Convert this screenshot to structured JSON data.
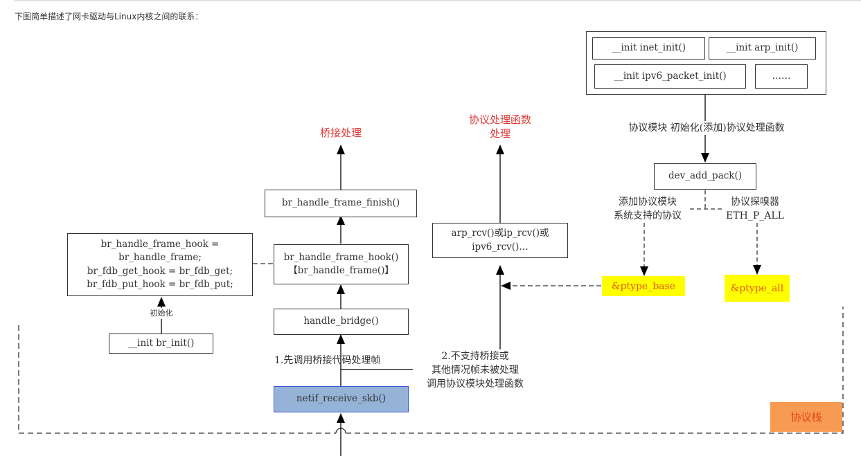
{
  "intro_text": "下图简单描述了网卡驱动与Linux内核之间的联系：",
  "init_group": {
    "items": [
      "__init inet_init()",
      "__init arp_init()",
      "__init ipv6_packet_init()",
      "……"
    ]
  },
  "labels": {
    "protocol_init": "协议模块 初始化(添加)协议处理函数",
    "bridge_processing": "桥接处理",
    "protocol_handler_processing": "协议处理函数\n处理",
    "add_protocol_module": "添加协议模块\n系统支持的协议",
    "protocol_sniffer": "协议探嗅器\nETH_P_ALL",
    "init_small": "初始化",
    "step1": "1.先调用桥接代码处理帧",
    "step2": "2.不支持桥接或\n其他情况帧未被处理\n调用协议模块处理函数"
  },
  "boxes": {
    "dev_add_pack": "dev_add_pack()",
    "br_handle_frame_finish": "br_handle_frame_finish()",
    "br_handle_frame_hook": "br_handle_frame_hook()\n【br_handle_frame()】",
    "hook_assignments": "br_handle_frame_hook =\nbr_handle_frame;\nbr_fdb_get_hook = br_fdb_get;\nbr_fdb_put_hook = br_fdb_put;",
    "br_init": "__init br_init()",
    "handle_bridge": "handle_bridge()",
    "netif_receive_skb": "netif_receive_skb()",
    "rcv_functions": "arp_rcv()或ip_rcv()或\nipv6_rcv()…"
  },
  "highlights": {
    "ptype_base": "&ptype_base",
    "ptype_all": "&ptype_all",
    "protocol_stack": "协议栈"
  },
  "colors": {
    "red_label": "#e03a3a",
    "yellow_fill": "#ffff00",
    "orange_fill": "#f79a52",
    "netif_fill": "#95b3d7",
    "netif_border": "#3f51e0"
  }
}
